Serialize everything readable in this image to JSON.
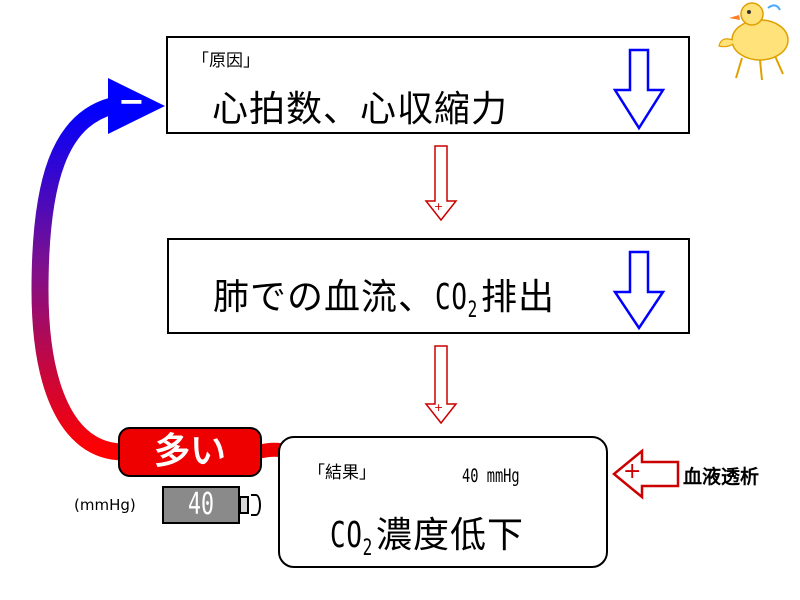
{
  "cause_box": {
    "tag": "「原因」",
    "text": "心拍数、心収縮力"
  },
  "lung_box": {
    "text_before": "肺での血流、",
    "co2_main": "CO",
    "co2_sub": "2",
    "text_after": "排出"
  },
  "result_box": {
    "tag": "「結果」",
    "value": "40 mmHg",
    "co2_main": "CO",
    "co2_sub": "2",
    "text_after": "濃度低下"
  },
  "feedback": {
    "sign": "−",
    "badge": "多い"
  },
  "gauge": {
    "unit": "(mmHg)",
    "value": "40"
  },
  "dialysis": {
    "label": "血液透析",
    "sign": "+"
  },
  "arrow_signs": {
    "first": "+",
    "second": "+"
  },
  "colors": {
    "down_arrow": "#0000ff",
    "red_arrow": "#cc0000",
    "badge": "#ee0000",
    "curve_top": "#0000ff",
    "curve_bottom": "#ff0000"
  },
  "icons": {
    "duck": "duck-drawing-icon"
  }
}
